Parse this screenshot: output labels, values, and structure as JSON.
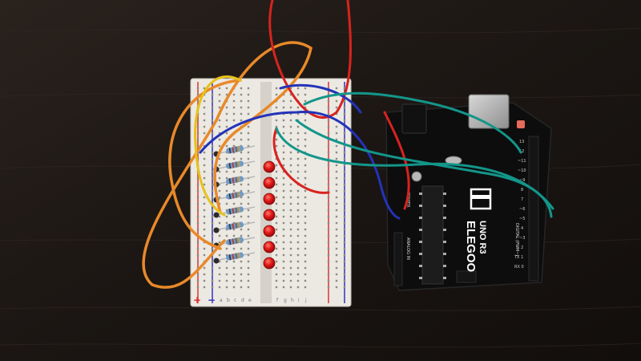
{
  "board": {
    "brand": "ELEGOO",
    "model": "UNO R3",
    "header_labels": [
      "DIGITAL (PWM~)",
      "ANALOG IN",
      "POWER"
    ],
    "pin_numbers": [
      "13",
      "12",
      "~11",
      "~10",
      "~9",
      "8",
      "7",
      "~6",
      "~5",
      "4",
      "~3",
      "2",
      "TX 1",
      "RX 0"
    ]
  },
  "breadboard": {
    "rail_plus": "+",
    "rail_minus": "−",
    "column_letters": [
      "a",
      "b",
      "c",
      "d",
      "e",
      "f",
      "g",
      "h",
      "i",
      "j"
    ]
  },
  "colors": {
    "table": "#1a1512",
    "breadboard": "#ece9e3",
    "board": "#0d0d0e",
    "led": "#e01515",
    "wire_orange": "#e8892a",
    "wire_yellow": "#e6c21a",
    "wire_red": "#d8231e",
    "wire_blue": "#2333b8",
    "wire_teal": "#13968a"
  },
  "led_count": 7,
  "resistor_count": 8
}
